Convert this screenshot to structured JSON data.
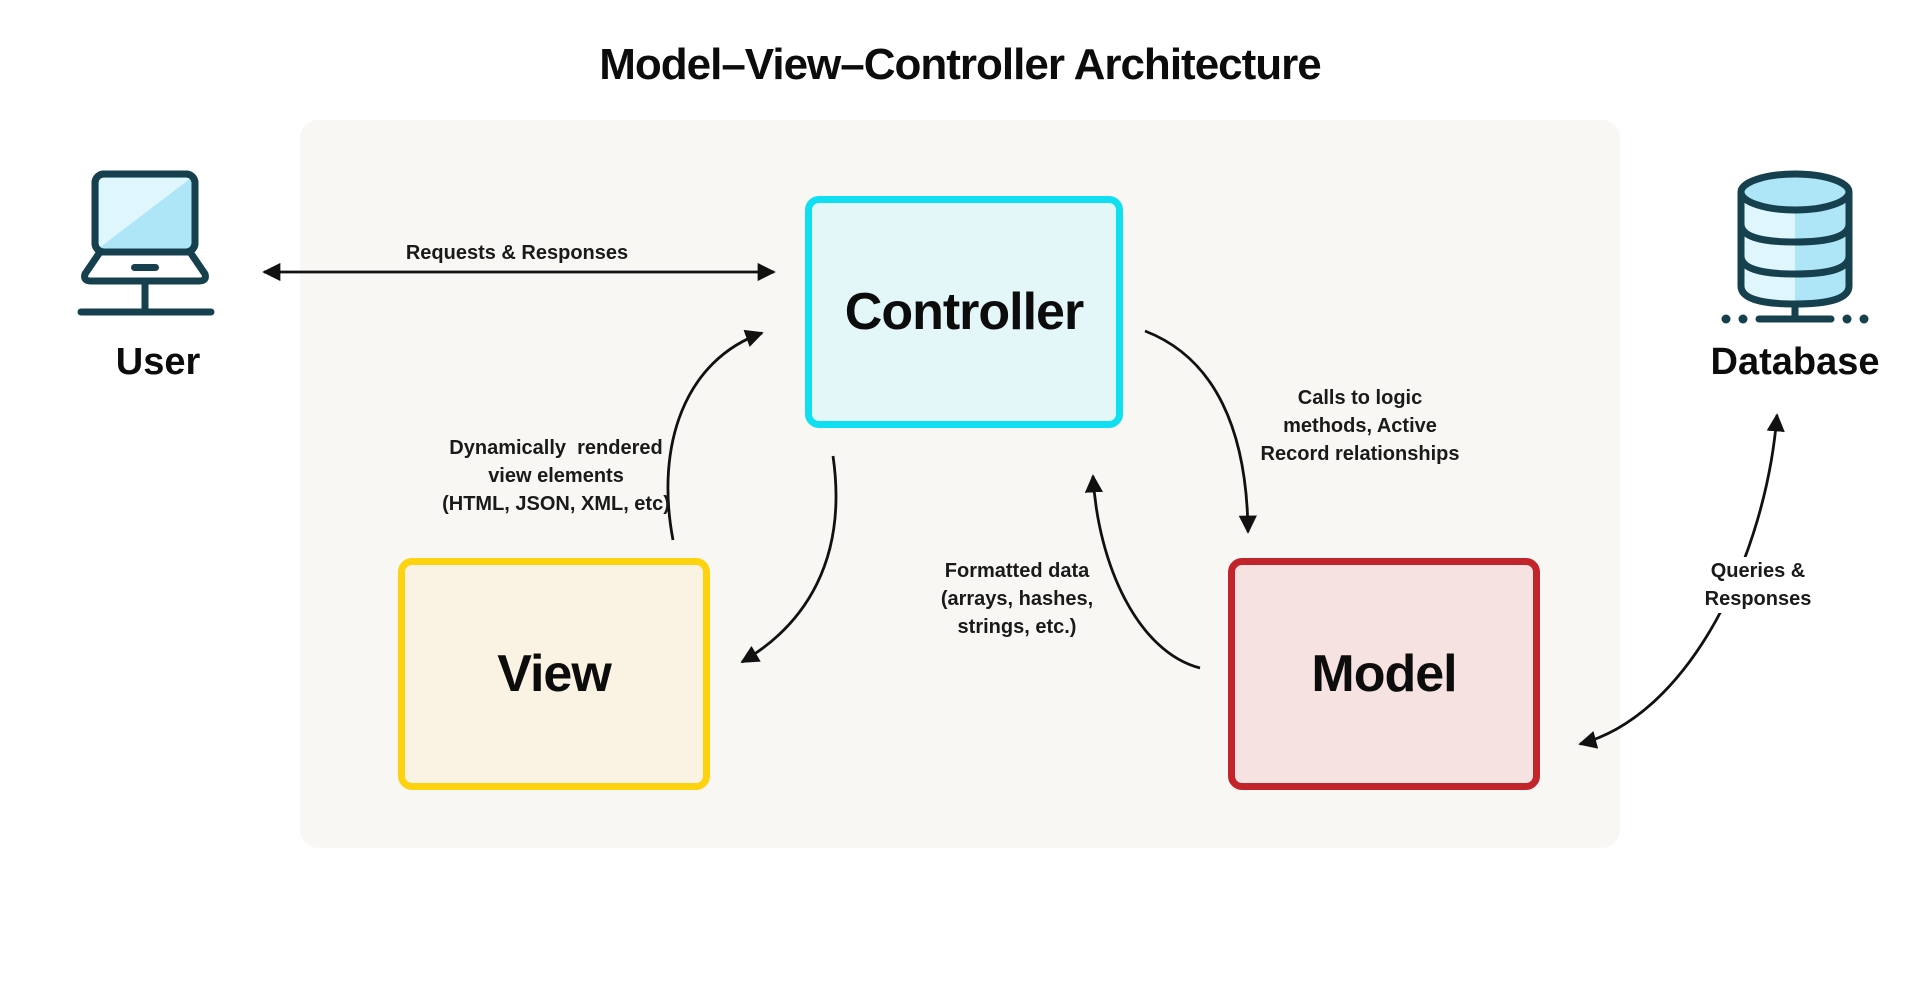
{
  "title": "Model–View–Controller Architecture",
  "actors": {
    "user": {
      "label": "User",
      "icon": "laptop-icon"
    },
    "database": {
      "label": "Database",
      "icon": "database-cylinder-icon"
    }
  },
  "boxes": {
    "controller": {
      "label": "Controller",
      "border_color": "#10dff2",
      "fill_color": "#e4f7f8"
    },
    "view": {
      "label": "View",
      "border_color": "#fdd20f",
      "fill_color": "#faf3e3"
    },
    "model": {
      "label": "Model",
      "border_color": "#c2242b",
      "fill_color": "#f7e2e2"
    }
  },
  "flow_labels": {
    "user_controller": "Requests & Responses",
    "view_to_controller": "Dynamically  rendered\nview elements\n(HTML, JSON, XML, etc)",
    "controller_to_model": "Calls to logic\nmethods, Active\nRecord relationships",
    "model_to_controller": "Formatted data\n(arrays, hashes,\nstrings, etc.)",
    "model_database": "Queries &\nResponses"
  },
  "colors": {
    "panel_background": "#f8f7f4",
    "page_background": "#ffffff",
    "arrow": "#111111",
    "icon_outline": "#16404e",
    "icon_fill_light": "#e0f6fd",
    "icon_fill_cyan": "#aee6f7",
    "text": "#0c0c0c"
  }
}
